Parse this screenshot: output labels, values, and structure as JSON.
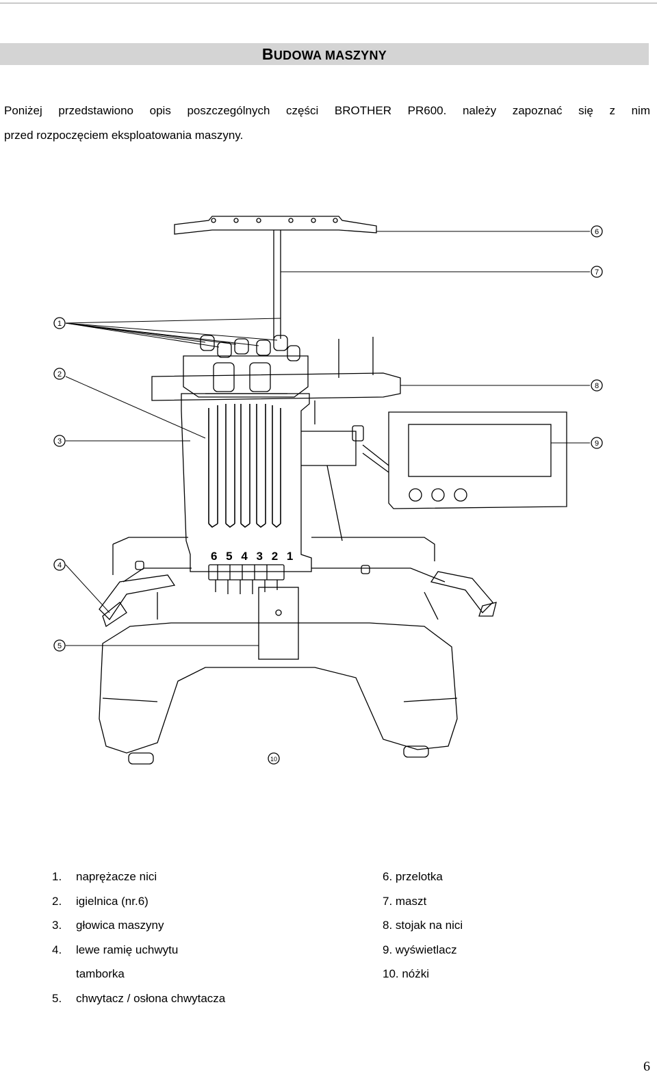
{
  "header": {
    "title_first": "B",
    "title_rest": "UDOWA MASZYNY"
  },
  "intro": {
    "line1": "Poniżej przedstawiono opis poszczególnych części  BROTHER PR600. należy zapoznać się z nim",
    "line2": "przed rozpoczęciem eksploatowania maszyny."
  },
  "diagram": {
    "callouts": [
      "1",
      "2",
      "3",
      "4",
      "5",
      "6",
      "7",
      "8",
      "9",
      "10"
    ],
    "needle_numbers": "6 5 4 3 2 1"
  },
  "legend": {
    "left": [
      {
        "num": "1.",
        "text": "naprężacze nici"
      },
      {
        "num": "2.",
        "text": "igielnica (nr.6)"
      },
      {
        "num": "3.",
        "text": "głowica maszyny"
      },
      {
        "num": "4.",
        "text": "lewe ramię uchwytu"
      },
      {
        "num": "",
        "text": "tamborka"
      },
      {
        "num": "5.",
        "text": "chwytacz / osłona chwytacza"
      }
    ],
    "right": [
      {
        "text": "6. przelotka"
      },
      {
        "text": "7. maszt"
      },
      {
        "text": "8. stojak na nici"
      },
      {
        "text": "9. wyświetlacz"
      },
      {
        "text": "10. nóżki"
      }
    ]
  },
  "footer": {
    "page_number": "6"
  }
}
